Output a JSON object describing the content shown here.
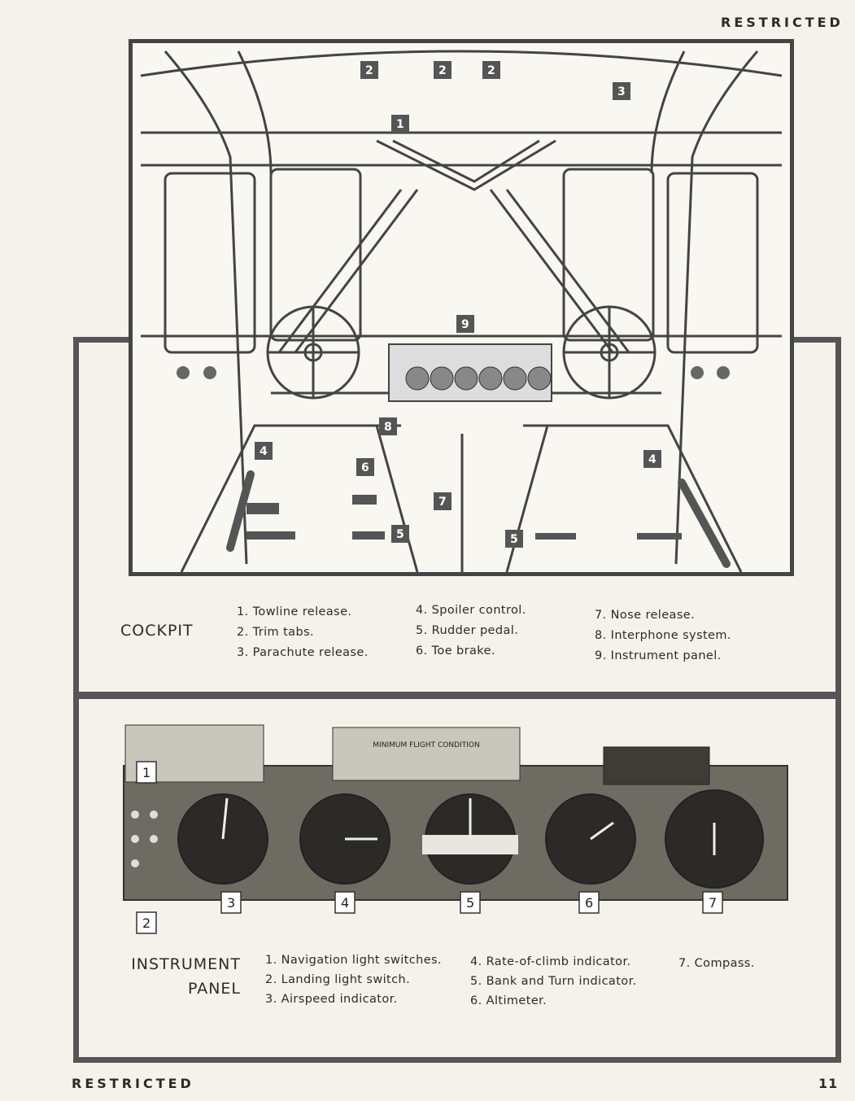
{
  "header": {
    "classification": "RESTRICTED"
  },
  "footer": {
    "classification": "RESTRICTED",
    "page_number": "11"
  },
  "cockpit": {
    "title": "COCKPIT",
    "legend_col1": [
      "1. Towline release.",
      "2. Trim tabs.",
      "3. Parachute release."
    ],
    "legend_col2": [
      "4. Spoiler control.",
      "5. Rudder pedal.",
      "6. Toe brake."
    ],
    "legend_col3": [
      "7. Nose release.",
      "8. Interphone system.",
      "9. Instrument panel."
    ],
    "callouts": [
      "1",
      "2",
      "3",
      "4",
      "5",
      "6",
      "7",
      "8",
      "9"
    ]
  },
  "instrument_panel": {
    "title_line1": "INSTRUMENT",
    "title_line2": "PANEL",
    "legend_col1": [
      "1. Navigation light switches.",
      "2. Landing light switch.",
      "3. Airspeed indicator."
    ],
    "legend_col2": [
      "4. Rate-of-climb indicator.",
      "5. Bank and Turn indicator.",
      "6. Altimeter."
    ],
    "legend_col3": [
      "7. Compass."
    ],
    "placard_center": "MINIMUM FLIGHT CONDITION",
    "callouts": [
      "1",
      "2",
      "3",
      "4",
      "5",
      "6",
      "7"
    ]
  }
}
